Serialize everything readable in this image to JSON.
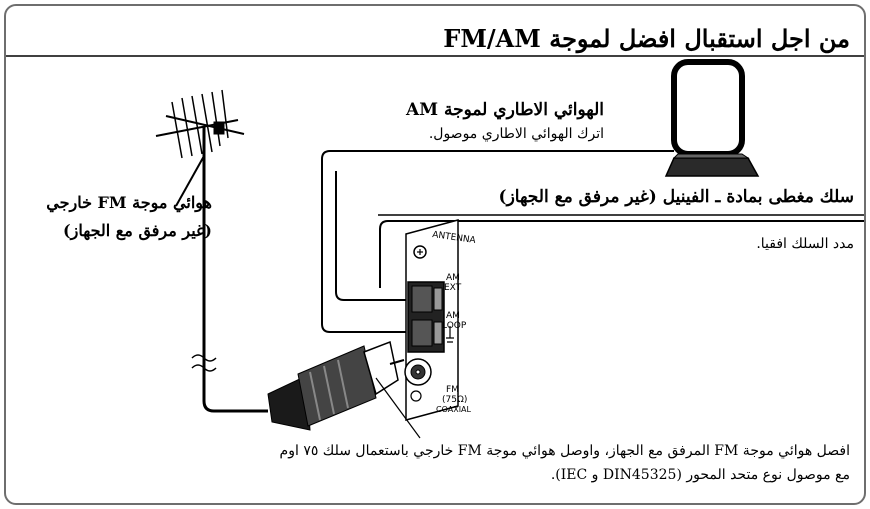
{
  "title": "من اجل استقبال افضل لموجة FM/AM",
  "am_loop": {
    "title": "الهوائي الاطاري لموجة AM",
    "note": "اترك الهوائي الاطاري موصول."
  },
  "vinyl_wire": {
    "label": "سلك مغطى بمادة ـ الفينيل (غير مرفق مع الجهاز)",
    "note": "مدد السلك افقيا."
  },
  "fm_external": {
    "line1": "هوائي موجة FM خارجي",
    "line2": "(غير مرفق مع الجهاز)"
  },
  "bottom_note": {
    "line1": "افصل هوائي موجة FM المرفق مع الجهاز، واوصل هوائي موجة FM خارجي باستعمال سلك ٧٥ اوم",
    "line2": "مع موصول نوع متحد المحور (DIN45325 و IEC)."
  },
  "panel": {
    "antenna": "ANTENNA",
    "am_ext_1": "AM",
    "am_ext_2": "EXT",
    "am_loop_1": "AM",
    "am_loop_2": "LOOP",
    "fm_1": "FM",
    "fm_2": "(75Ω)",
    "fm_3": "COAXIAL"
  }
}
